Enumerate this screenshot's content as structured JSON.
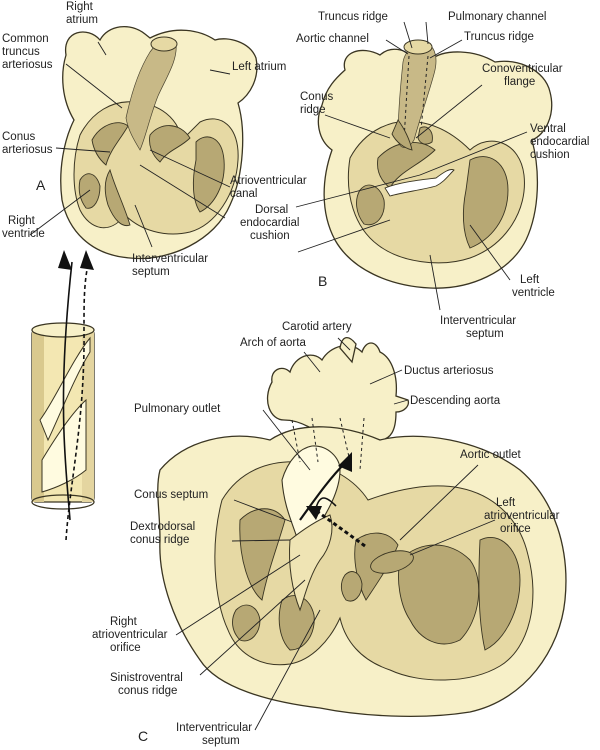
{
  "panels": {
    "a": {
      "letter": "A",
      "labels": {
        "right_atrium": [
          "Right",
          "atrium"
        ],
        "common_truncus": [
          "Common",
          "truncus",
          "arteriosus"
        ],
        "left_atrium": "Left atrium",
        "conus_arteriosus": [
          "Conus",
          "arteriosus"
        ],
        "av_canal": [
          "Atrioventricular",
          "canal"
        ],
        "dorsal_cushion": [
          "Dorsal",
          "endocardial",
          "cushion"
        ],
        "right_ventricle": [
          "Right",
          "ventricle"
        ],
        "interventricular_septum": [
          "Interventricular",
          "septum"
        ]
      }
    },
    "b": {
      "letter": "B",
      "labels": {
        "truncus_ridge_1": "Truncus ridge",
        "pulmonary_channel": "Pulmonary channel",
        "aortic_channel": "Aortic channel",
        "truncus_ridge_2": "Truncus ridge",
        "conoventricular_flange": [
          "Conoventricular",
          "flange"
        ],
        "conus_ridge": [
          "Conus",
          "ridge"
        ],
        "ventral_cushion": [
          "Ventral",
          "endocardial",
          "cushion"
        ],
        "left_ventricle": [
          "Left",
          "ventricle"
        ],
        "interventricular_septum": [
          "Interventricular",
          "septum"
        ]
      }
    },
    "c": {
      "letter": "C",
      "labels": {
        "carotid_artery": "Carotid artery",
        "arch_of_aorta": "Arch of aorta",
        "ductus_arteriosus": "Ductus arteriosus",
        "descending_aorta": "Descending aorta",
        "pulmonary_outlet": "Pulmonary outlet",
        "aortic_outlet": "Aortic outlet",
        "conus_septum": "Conus septum",
        "left_av_orifice": [
          "Left",
          "atrioventricular",
          "orifice"
        ],
        "dextrodorsal_ridge": [
          "Dextrodorsal",
          "conus ridge"
        ],
        "right_av_orifice": [
          "Right",
          "atrioventricular",
          "orifice"
        ],
        "sinistroventral_ridge": [
          "Sinistroventral",
          "conus ridge"
        ],
        "interventricular_septum": [
          "Interventricular",
          "septum"
        ]
      }
    }
  }
}
